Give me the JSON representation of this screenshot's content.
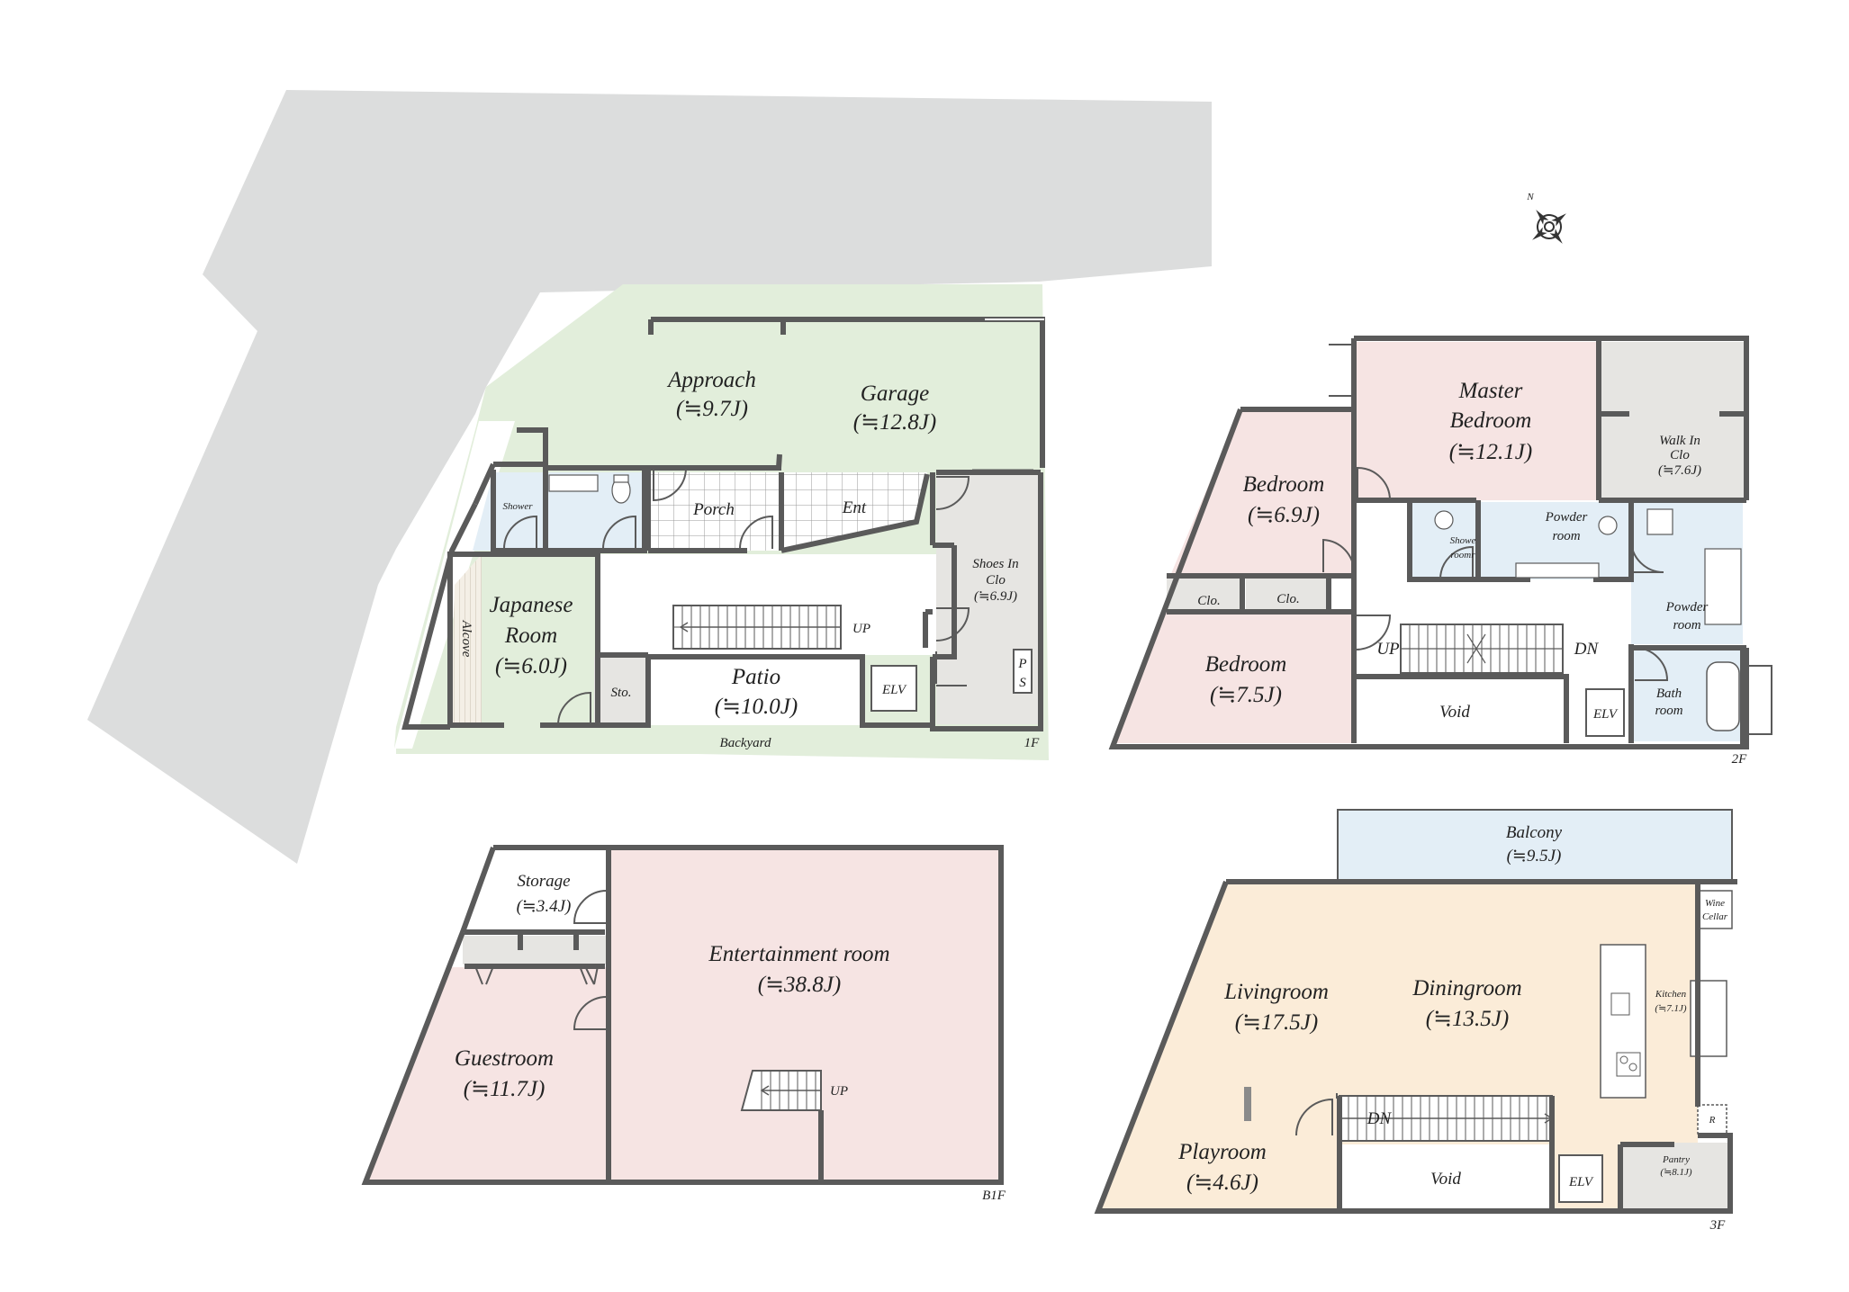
{
  "colors": {
    "site": "#dcdddd",
    "exterior_green": "#e2eedb",
    "bedroom_pink": "#f6e4e3",
    "wet_blue": "#e3eef6",
    "closet_gray": "#e6e5e2",
    "living_cream": "#fbecd8",
    "wall": "#5a5a5a"
  },
  "compass": {
    "icon": "compass-rose-icon",
    "label": "N"
  },
  "floors": {
    "f1": {
      "label": "1F",
      "rooms": {
        "approach": {
          "name": "Approach",
          "size": "(≒9.7J)"
        },
        "garage": {
          "name": "Garage",
          "size": "(≒12.8J)"
        },
        "shower": {
          "name": "Shower"
        },
        "porch": {
          "name": "Porch"
        },
        "ent": {
          "name": "Ent"
        },
        "shoes": {
          "name1": "Shoes In",
          "name2": "Clo",
          "size": "(≒6.9J)"
        },
        "japanese": {
          "name1": "Japanese",
          "name2": "Room",
          "size": "(≒6.0J)"
        },
        "alcove": {
          "name": "Alcove"
        },
        "sto": {
          "name": "Sto."
        },
        "patio": {
          "name": "Patio",
          "size": "(≒10.0J)"
        },
        "elv": {
          "name": "ELV"
        },
        "ps": {
          "p": "P",
          "s": "S"
        },
        "backyard": {
          "name": "Backyard"
        }
      },
      "stair": "UP"
    },
    "f2": {
      "label": "2F",
      "rooms": {
        "master": {
          "name1": "Master",
          "name2": "Bedroom",
          "size": "(≒12.1J)"
        },
        "walkin": {
          "name1": "Walk In",
          "name2": "Clo",
          "size": "(≒7.6J)"
        },
        "bedroom1": {
          "name": "Bedroom",
          "size": "(≒6.9J)"
        },
        "bedroom2": {
          "name": "Bedroom",
          "size": "(≒7.5J)"
        },
        "clo1": {
          "name": "Clo."
        },
        "clo2": {
          "name": "Clo."
        },
        "showe": {
          "name1": "Showe",
          "name2": "roomr"
        },
        "powder1": {
          "name1": "Powder",
          "name2": "room"
        },
        "powder2": {
          "name1": "Powder",
          "name2": "room"
        },
        "bath": {
          "name1": "Bath",
          "name2": "room"
        },
        "void": {
          "name": "Void"
        },
        "elv": {
          "name": "ELV"
        }
      },
      "stair_up": "UP",
      "stair_dn": "DN"
    },
    "b1": {
      "label": "B1F",
      "rooms": {
        "storage": {
          "name": "Storage",
          "size": "(≒3.4J)"
        },
        "entertainment": {
          "name": "Entertainment room",
          "size": "(≒38.8J)"
        },
        "guest": {
          "name": "Guestroom",
          "size": "(≒11.7J)"
        }
      },
      "stair": "UP"
    },
    "f3": {
      "label": "3F",
      "rooms": {
        "balcony": {
          "name": "Balcony",
          "size": "(≒9.5J)"
        },
        "wine": {
          "name1": "Wine",
          "name2": "Cellar"
        },
        "living": {
          "name": "Livingroom",
          "size": "(≒17.5J)"
        },
        "dining": {
          "name": "Diningroom",
          "size": "(≒13.5J)"
        },
        "kitchen": {
          "name": "Kitchen",
          "size": "(≒7.1J)"
        },
        "refrigerator": {
          "name": "R"
        },
        "pantry": {
          "name": "Pantry",
          "size": "(≒8.1J)"
        },
        "playroom": {
          "name": "Playroom",
          "size": "(≒4.6J)"
        },
        "void": {
          "name": "Void"
        },
        "elv": {
          "name": "ELV"
        }
      },
      "stair": "DN"
    }
  }
}
